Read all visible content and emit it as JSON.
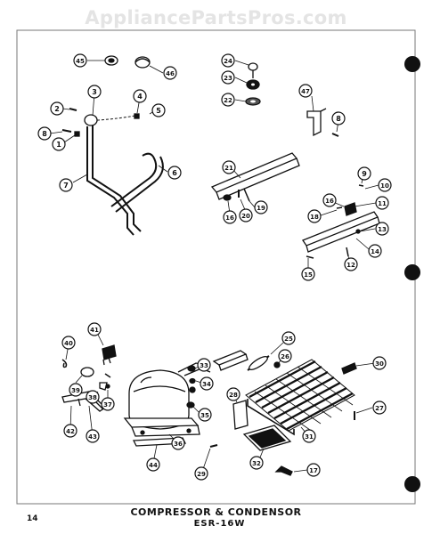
{
  "watermark": "AppliancePartsPros.com",
  "page_number": "14",
  "title": "COMPRESSOR & CONDENSOR",
  "model": "ESR-16W",
  "callouts": {
    "c1": "1",
    "c2": "2",
    "c3": "3",
    "c4": "4",
    "c5": "5",
    "c6": "6",
    "c7": "7",
    "c8": "8",
    "c8b": "8",
    "c9": "9",
    "c10": "10",
    "c11": "11",
    "c12": "12",
    "c13": "13",
    "c14": "14",
    "c15": "15",
    "c16": "16",
    "c17": "17",
    "c18": "18",
    "c19": "19",
    "c20": "20",
    "c21": "21",
    "c22": "22",
    "c23": "23",
    "c24": "24",
    "c25": "25",
    "c26": "26",
    "c27": "27",
    "c28": "28",
    "c29": "29",
    "c30": "30",
    "c31": "31",
    "c32": "32",
    "c33": "33",
    "c34": "34",
    "c35": "35",
    "c36": "36",
    "c37": "37",
    "c38": "38",
    "c39": "39",
    "c40": "40",
    "c41": "41",
    "c42": "42",
    "c43": "43",
    "c44": "44",
    "c45": "45",
    "c46": "46",
    "c47": "47"
  },
  "colors": {
    "ink": "#111111",
    "watermark": "#e4e4e4",
    "paper": "#ffffff"
  }
}
